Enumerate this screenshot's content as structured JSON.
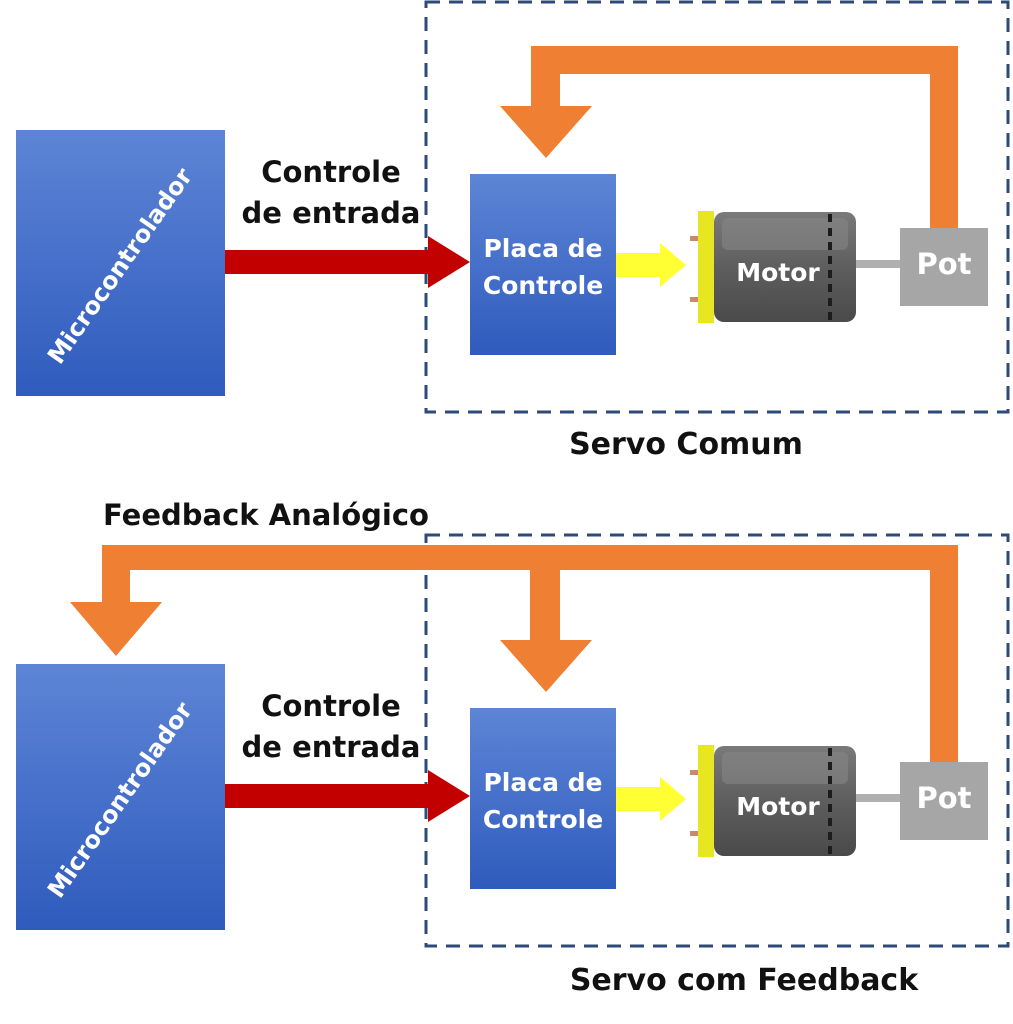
{
  "colors": {
    "box_blue_top": "#5d85d6",
    "box_blue_bottom": "#2f5bbd",
    "red_arrow": "#c20000",
    "yellow_arrow": "#ffff33",
    "orange_arrow": "#ee7f33",
    "pot_gray": "#a6a6a6",
    "motor_body": "#6a6a6a",
    "motor_cap": "#e8e620",
    "dashed_border": "#2e4a7a"
  },
  "top": {
    "microcontroller_label": "Microcontrolador",
    "input_label_line1": "Controle",
    "input_label_line2": "de entrada",
    "board_label_line1": "Placa de",
    "board_label_line2": "Controle",
    "motor_label": "Motor",
    "pot_label": "Pot",
    "title": "Servo Comum"
  },
  "bottom": {
    "feedback_label": "Feedback Analógico",
    "microcontroller_label": "Microcontrolador",
    "input_label_line1": "Controle",
    "input_label_line2": "de entrada",
    "board_label_line1": "Placa de",
    "board_label_line2": "Controle",
    "motor_label": "Motor",
    "pot_label": "Pot",
    "title": "Servo com Feedback"
  }
}
